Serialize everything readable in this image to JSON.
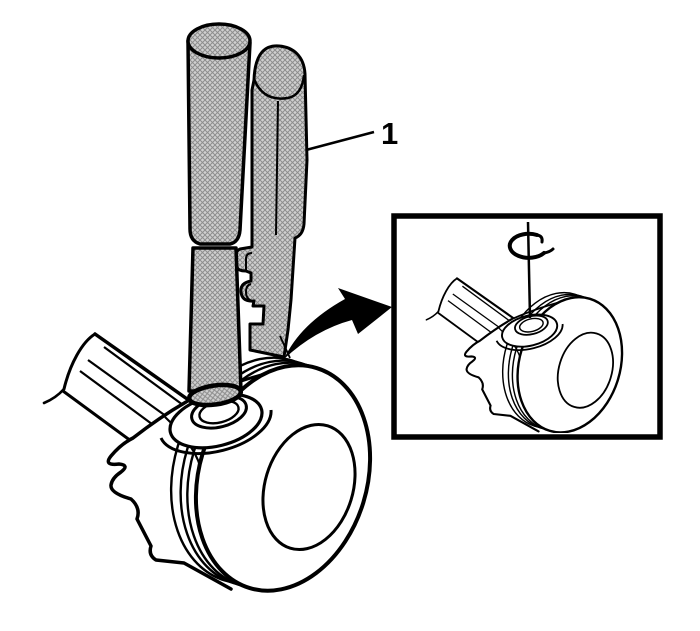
{
  "figure": {
    "type": "technical-service-illustration",
    "callout": {
      "text": "1"
    },
    "colors": {
      "line": "#000000",
      "background": "#ffffff",
      "tool_fill": "#d0d0d0",
      "tool_hatch_line": "#8d8d8d",
      "arrow_fill": "#000000"
    },
    "elements": [
      "pin-driver-tool",
      "pin-guide-tool",
      "piston",
      "connecting-rod",
      "piston-pin-bore",
      "detail-inset-box",
      "retaining-ring",
      "guide-wire",
      "curved-arrow"
    ]
  }
}
